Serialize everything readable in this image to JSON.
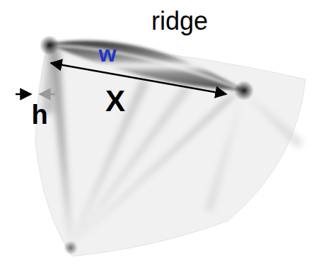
{
  "diagram": {
    "labels": [
      "ridge",
      "w",
      "X",
      "h"
    ]
  }
}
